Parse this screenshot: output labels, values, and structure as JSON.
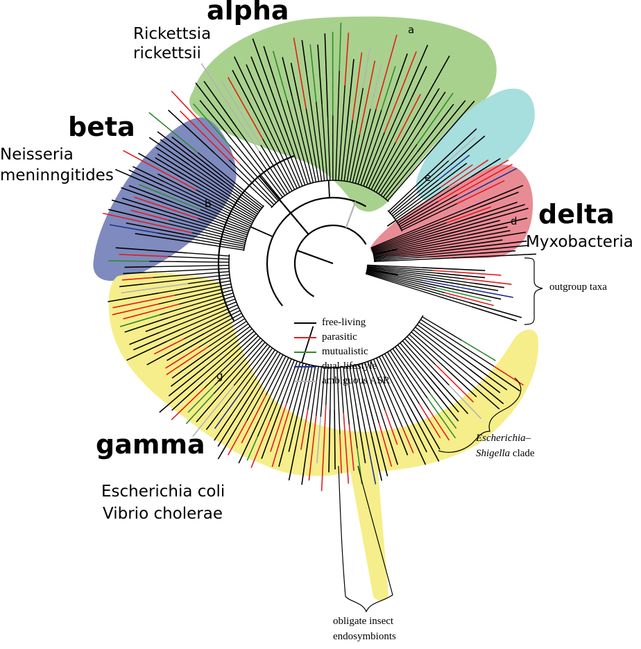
{
  "groups": [
    {
      "key": "alpha",
      "name": "alpha",
      "species": [
        "Rickettsia",
        "rickettsii"
      ],
      "letter": "a",
      "fill": "#a9d18e"
    },
    {
      "key": "beta",
      "name": "beta",
      "species": [
        "Neisseria",
        "meninngitides"
      ],
      "letter": "b",
      "fill": "#7f8bbe"
    },
    {
      "key": "delta",
      "name": "delta",
      "species": [
        "Myxobacteria"
      ],
      "letter": "d",
      "fill": "#e98b95"
    },
    {
      "key": "epsilon",
      "name": "",
      "species": [],
      "letter": "e",
      "fill": "#a7dede"
    },
    {
      "key": "gamma",
      "name": "gamma",
      "species": [
        "Escherichia coli",
        "Vibrio cholerae"
      ],
      "letter": "g",
      "fill": "#f6ee8a"
    }
  ],
  "legend": [
    {
      "label": "free-living",
      "color": "#000000"
    },
    {
      "label": "parasitic",
      "color": "#e41a1c"
    },
    {
      "label": "mutualistic",
      "color": "#2e8b2e"
    },
    {
      "label": "dual-lifestyle",
      "color": "#1f2f8f"
    },
    {
      "label": "ambiguous ASR",
      "color": "#b3b3b3"
    }
  ],
  "annotations": {
    "outgroup": "outgroup taxa",
    "escherichia_italic_1": "Escherichia–",
    "escherichia_italic_2": "Shigella",
    "escherichia_plain": " clade",
    "insect_1": "obligate insect",
    "insect_2": "endosymbionts"
  }
}
